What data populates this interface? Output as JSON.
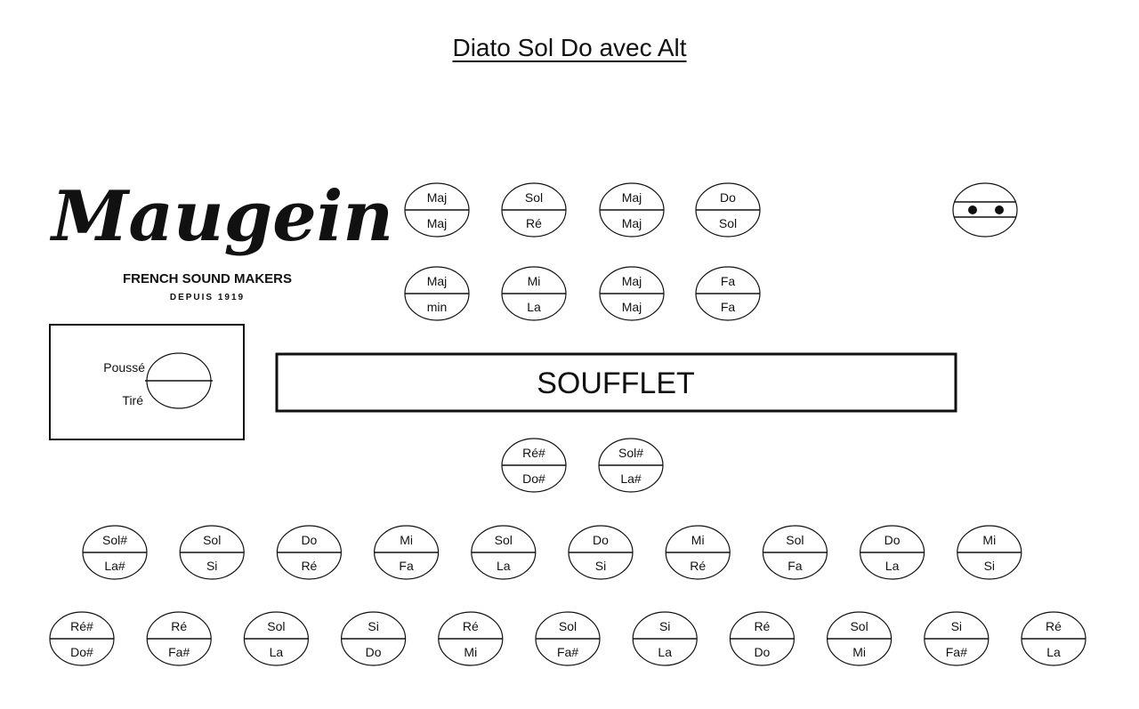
{
  "title": "Diato Sol Do avec Alt",
  "logo": {
    "wordmark": "Maugein",
    "tagline": "FRENCH SOUND MAKERS",
    "since": "DEPUIS 1919"
  },
  "legend": {
    "push": "Poussé",
    "pull": "Tiré"
  },
  "bellows": "SOUFFLET",
  "bass_rows": [
    [
      {
        "push": "Maj",
        "pull": "Maj"
      },
      {
        "push": "Sol",
        "pull": "Ré"
      },
      {
        "push": "Maj",
        "pull": "Maj"
      },
      {
        "push": "Do",
        "pull": "Sol"
      }
    ],
    [
      {
        "push": "Maj",
        "pull": "min"
      },
      {
        "push": "Mi",
        "pull": "La"
      },
      {
        "push": "Maj",
        "pull": "Maj"
      },
      {
        "push": "Fa",
        "pull": "Fa"
      }
    ]
  ],
  "accidental_row": [
    {
      "push": "Ré#",
      "pull": "Do#"
    },
    {
      "push": "Sol#",
      "pull": "La#"
    }
  ],
  "treble_row_inner": [
    {
      "push": "Sol#",
      "pull": "La#"
    },
    {
      "push": "Sol",
      "pull": "Si"
    },
    {
      "push": "Do",
      "pull": "Ré"
    },
    {
      "push": "Mi",
      "pull": "Fa"
    },
    {
      "push": "Sol",
      "pull": "La"
    },
    {
      "push": "Do",
      "pull": "Si"
    },
    {
      "push": "Mi",
      "pull": "Ré"
    },
    {
      "push": "Sol",
      "pull": "Fa"
    },
    {
      "push": "Do",
      "pull": "La"
    },
    {
      "push": "Mi",
      "pull": "Si"
    }
  ],
  "treble_row_outer": [
    {
      "push": "Ré#",
      "pull": "Do#"
    },
    {
      "push": "Ré",
      "pull": "Fa#"
    },
    {
      "push": "Sol",
      "pull": "La"
    },
    {
      "push": "Si",
      "pull": "Do"
    },
    {
      "push": "Ré",
      "pull": "Mi"
    },
    {
      "push": "Sol",
      "pull": "Fa#"
    },
    {
      "push": "Si",
      "pull": "La"
    },
    {
      "push": "Ré",
      "pull": "Do"
    },
    {
      "push": "Sol",
      "pull": "Mi"
    },
    {
      "push": "Si",
      "pull": "Fa#"
    },
    {
      "push": "Ré",
      "pull": "La"
    }
  ],
  "air_button": {
    "icon": "air-valve-icon"
  }
}
